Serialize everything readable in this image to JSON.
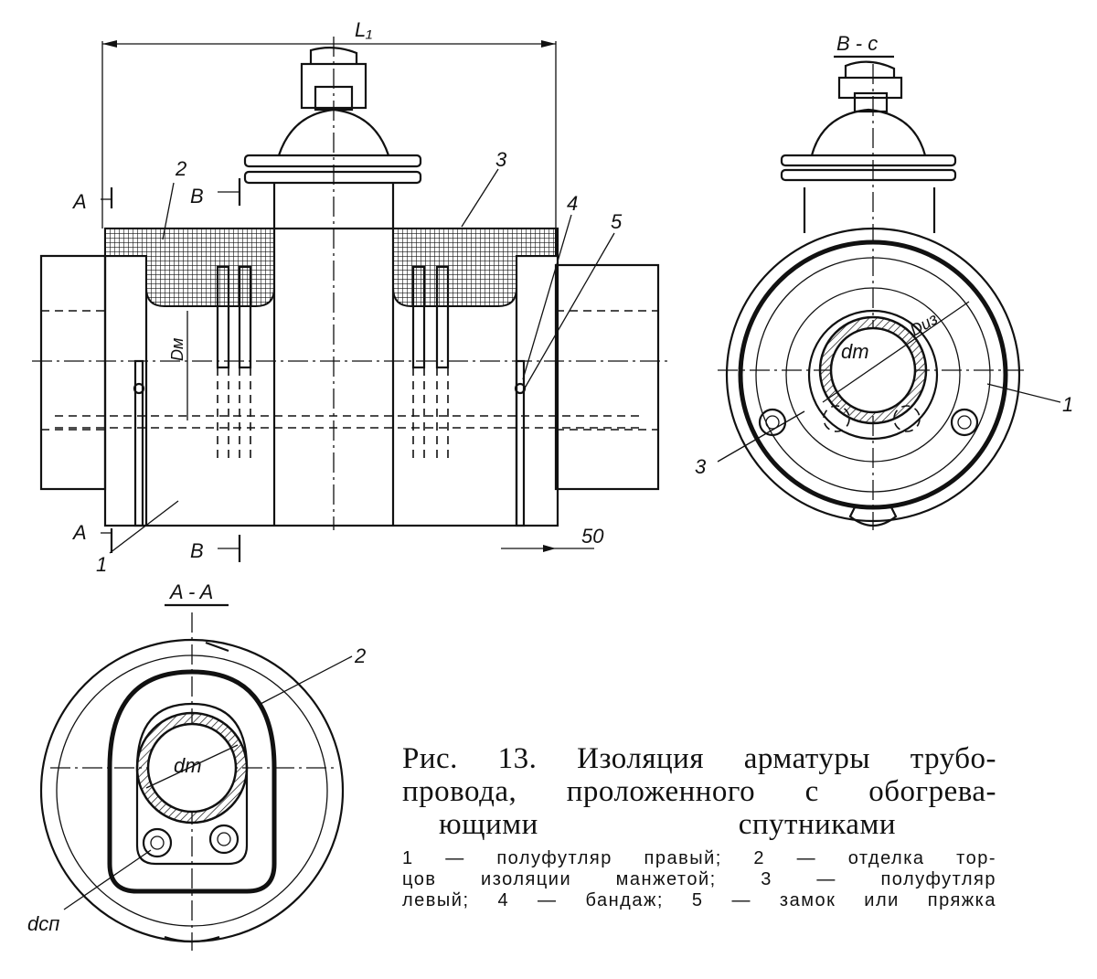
{
  "labels": {
    "dim_L1": "L₁",
    "dim_50": "50",
    "dim_Dm": "Dм",
    "dim_Diz": "Dиз",
    "dim_dt_side": "dт",
    "dim_dt_section": "dт",
    "dim_dsp": "dсп",
    "section_A": "A",
    "section_B": "B",
    "view_Bc": "B - c",
    "view_AA": "A - A",
    "n1": "1",
    "n2": "2",
    "n3": "3",
    "n4": "4",
    "n5": "5"
  },
  "caption": {
    "title_lines": [
      "Рис. 13. Изоляция арматуры трубо-",
      "провода, проложенного с обогрева-",
      "ющими спутниками"
    ],
    "legend_lines": [
      "1 — полуфутляр правый; 2 — отделка тор-",
      "цов изоляции манжетой; 3 — полуфутляр",
      "левый; 4 — бандаж; 5 — замок или пряжка"
    ]
  }
}
